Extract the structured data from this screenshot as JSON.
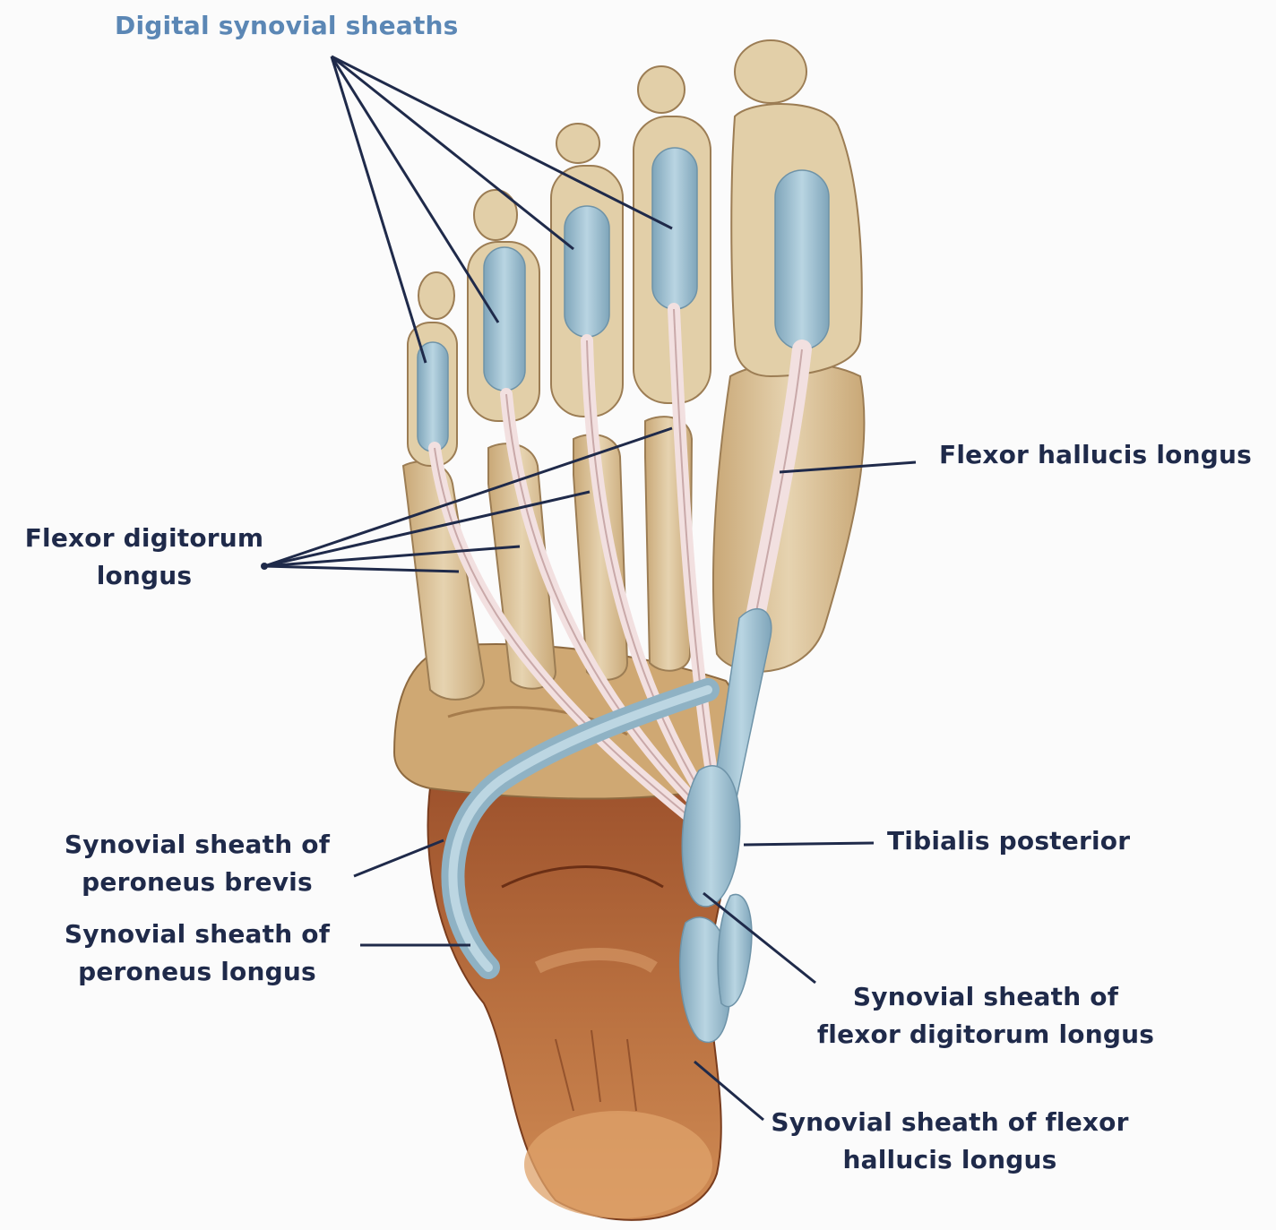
{
  "labels": {
    "digital_synovial_sheaths": "Digital synovial sheaths",
    "flexor_hallucis_longus": "Flexor hallucis longus",
    "flexor_digitorum_longus_line1": "Flexor digitorum",
    "flexor_digitorum_longus_line2": "longus",
    "tibialis_posterior": "Tibialis posterior",
    "sheath_peroneus_brevis_line1": "Synovial sheath of",
    "sheath_peroneus_brevis_line2": "peroneus brevis",
    "sheath_peroneus_longus_line1": "Synovial sheath of",
    "sheath_peroneus_longus_line2": "peroneus longus",
    "sheath_fdl_line1": "Synovial sheath of",
    "sheath_fdl_line2": "flexor digitorum longus",
    "sheath_fhl_line1": "Synovial sheath of flexor",
    "sheath_fhl_line2": "hallucis longus"
  },
  "colors": {
    "bone": "#dcc6a0",
    "heel": "#b06a3c",
    "sheath": "#9fc1d2",
    "tendon": "#f1dede",
    "label_dark": "#1f2a4a",
    "label_blue": "#5b87b5"
  }
}
